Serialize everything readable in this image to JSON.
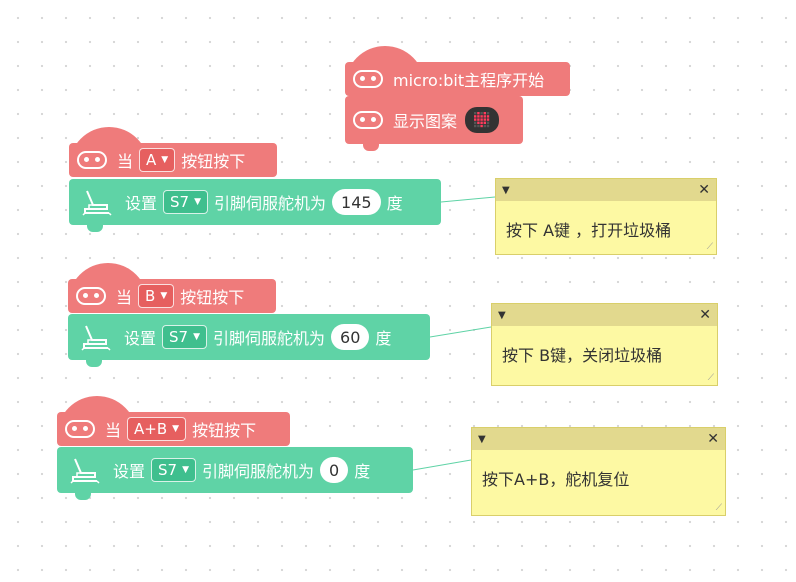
{
  "main_block": {
    "title": "micro:bit主程序开始",
    "show_label": "显示图案",
    "led_grid": [
      [
        0,
        1,
        0,
        1,
        0
      ],
      [
        1,
        1,
        1,
        1,
        1
      ],
      [
        1,
        1,
        1,
        1,
        1
      ],
      [
        0,
        1,
        1,
        1,
        0
      ],
      [
        0,
        0,
        1,
        0,
        0
      ]
    ]
  },
  "handlers": [
    {
      "when": "当",
      "button": "A",
      "pressed": "按钮按下",
      "set": "设置",
      "pin": "S7",
      "servo_text": "引脚伺服舵机为",
      "angle": "145",
      "unit": "度",
      "comment": "按下 A键 ，打开垃圾桶"
    },
    {
      "when": "当",
      "button": "B",
      "pressed": "按钮按下",
      "set": "设置",
      "pin": "S7",
      "servo_text": "引脚伺服舵机为",
      "angle": "60",
      "unit": "度",
      "comment": "按下 B键，关闭垃圾桶"
    },
    {
      "when": "当",
      "button": "A+B",
      "pressed": "按钮按下",
      "set": "设置",
      "pin": "S7",
      "servo_text": "引脚伺服舵机为",
      "angle": "0",
      "unit": "度",
      "comment": "按下A+B，舵机复位"
    }
  ],
  "colors": {
    "event_block": "#ef7b7b",
    "servo_block": "#5fd3a6",
    "comment_bg": "#fdf9a3",
    "comment_header": "#e2d98e"
  },
  "icons": {
    "collapse": "triangle-down-icon",
    "close": "close-icon"
  }
}
